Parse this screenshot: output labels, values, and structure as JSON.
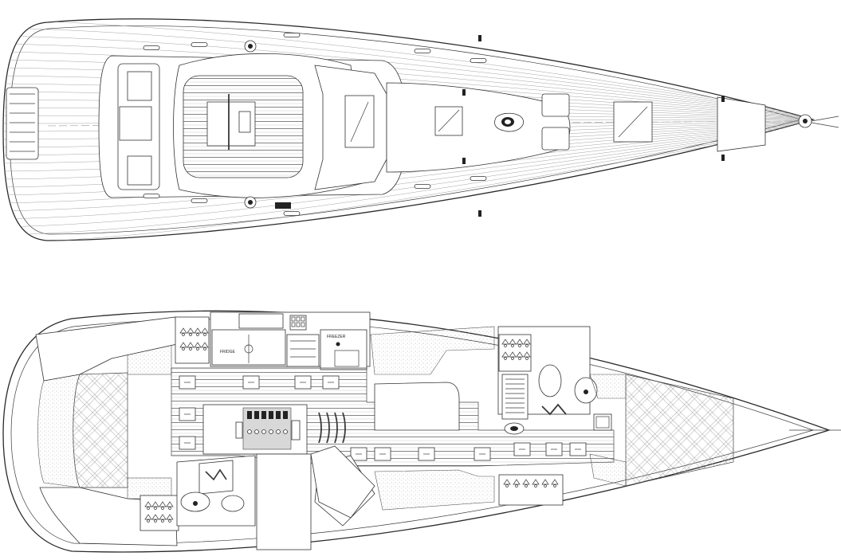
{
  "drawing": {
    "views": [
      "deck-plan",
      "interior-plan"
    ],
    "stroke_color": "#2a2a2a",
    "background_color": "#ffffff"
  },
  "labels": {
    "fridge": "FRIDGE",
    "freezer": "FREEZER"
  }
}
